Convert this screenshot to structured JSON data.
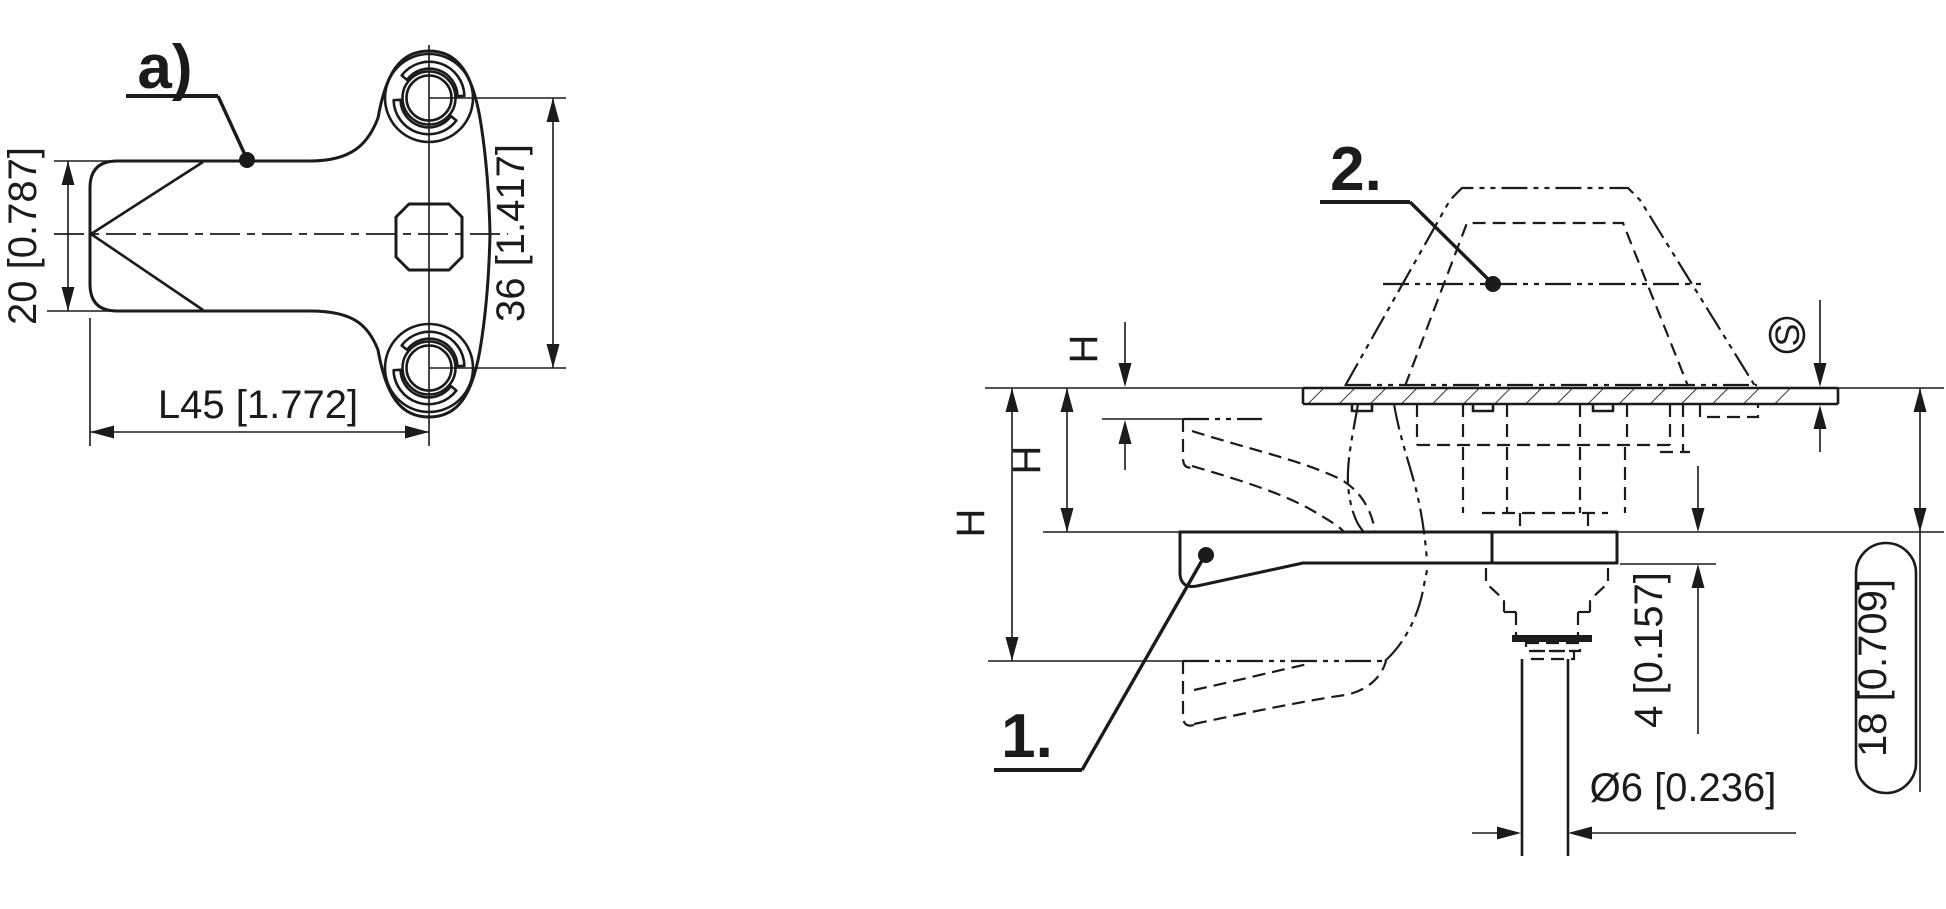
{
  "colors": {
    "background": "#ffffff",
    "ink": "#1b1b1b"
  },
  "left_view": {
    "label": "a)",
    "dim_width": "20 [0.787]",
    "dim_hole_spacing": "36 [1.417]",
    "dim_length": "L45 [1.772]"
  },
  "right_view": {
    "label_hook": "1.",
    "label_keeper": "2.",
    "thickness_symbol": "S",
    "dim_h_small": "H",
    "dim_h_mid": "H",
    "dim_h_long": "H",
    "dim_clip": "4 [0.157]",
    "dim_depth": "18 [0.709]",
    "dim_stem": "Ø6 [0.236]"
  }
}
